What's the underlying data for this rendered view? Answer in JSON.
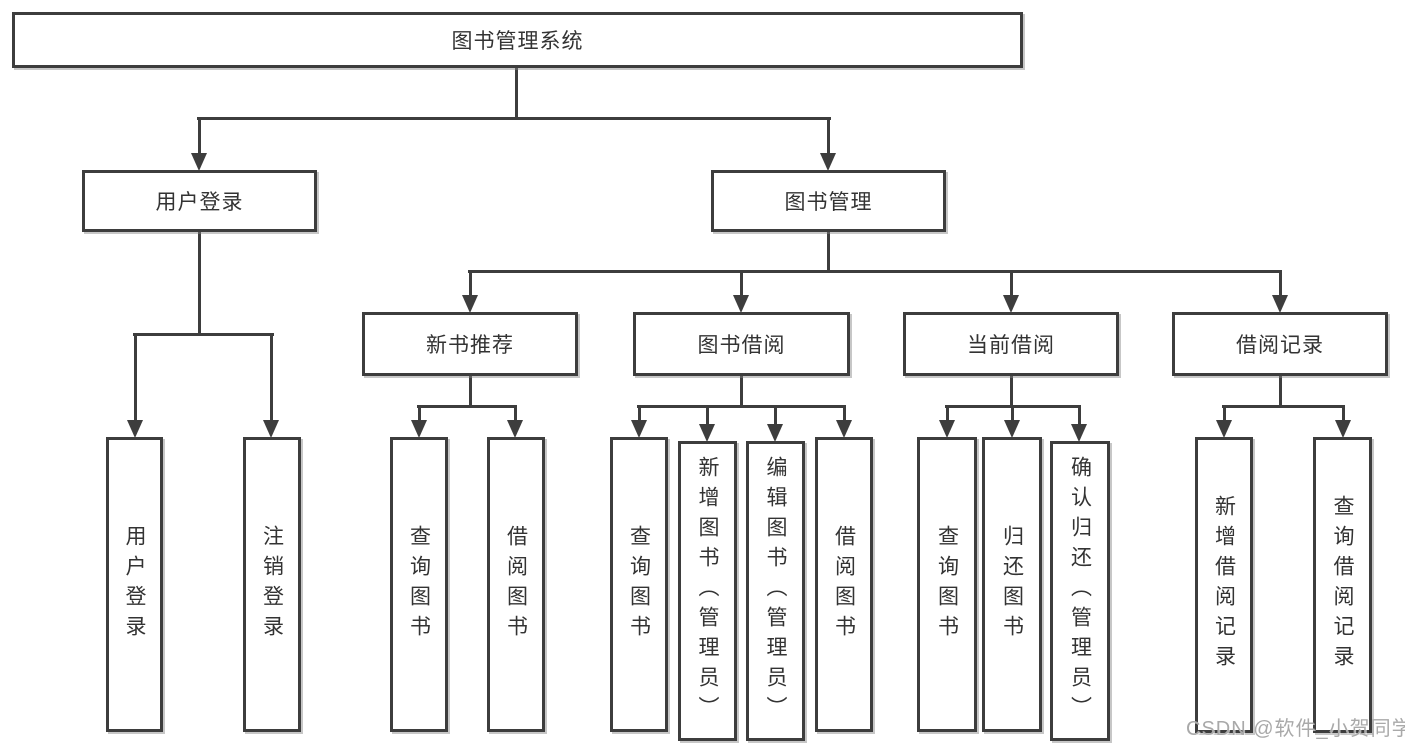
{
  "diagram_type": "hierarchy-tree",
  "root": {
    "label": "图书管理系统"
  },
  "level2": {
    "user_login": {
      "label": "用户登录"
    },
    "book_mgmt": {
      "label": "图书管理"
    }
  },
  "level3": {
    "new_rec": {
      "label": "新书推荐"
    },
    "borrow": {
      "label": "图书借阅"
    },
    "current": {
      "label": "当前借阅"
    },
    "records": {
      "label": "借阅记录"
    }
  },
  "leaves": {
    "ul_login": {
      "label": "用户登录"
    },
    "ul_logout": {
      "label": "注销登录"
    },
    "nr_query": {
      "label": "查询图书"
    },
    "nr_borrow": {
      "label": "借阅图书"
    },
    "bb_query": {
      "label": "查询图书"
    },
    "bb_add": {
      "label": "新增图书（管理员）"
    },
    "bb_edit": {
      "label": "编辑图书（管理员）"
    },
    "bb_borrow": {
      "label": "借阅图书"
    },
    "cb_query": {
      "label": "查询图书"
    },
    "cb_return": {
      "label": "归还图书"
    },
    "cb_confirm": {
      "label": "确认归还（管理员）"
    },
    "br_add": {
      "label": "新增借阅记录"
    },
    "br_query": {
      "label": "查询借阅记录"
    }
  },
  "watermark": {
    "text": "CSDN @软件_小贺同学"
  },
  "colors": {
    "line": "#3d3d3d",
    "text": "#333333",
    "background": "#ffffff",
    "watermark": "#a9a9a9"
  }
}
